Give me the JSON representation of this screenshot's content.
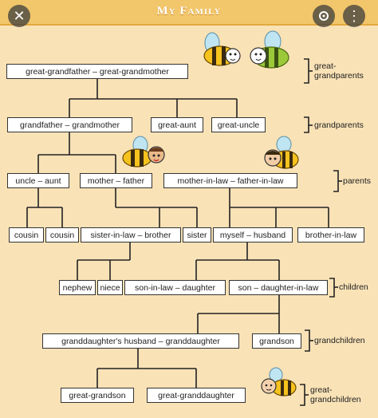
{
  "title": "My Family",
  "controls": {
    "close_icon": "close-icon",
    "lens_icon": "lens-icon",
    "more_icon": "more-vertical-icon"
  },
  "boxes": {
    "great_grandparents": "great-grandfather – great-grandmother",
    "grandparents": "grandfather – grandmother",
    "great_aunt": "great-aunt",
    "great_uncle": "great-uncle",
    "uncle_aunt": "uncle – aunt",
    "mother_father": "mother – father",
    "in_laws": "mother-in-law – father-in-law",
    "cousin1": "cousin",
    "cousin2": "cousin",
    "sister_in_law_brother": "sister-in-law – brother",
    "sister": "sister",
    "myself_husband": "myself – husband",
    "brother_in_law": "brother-in-law",
    "nephew": "nephew",
    "niece": "niece",
    "son_in_law_daughter": "son-in-law – daughter",
    "son_daughter_in_law": "son – daughter-in-law",
    "granddaughter_husband": "granddaughter's husband – granddaughter",
    "grandson": "grandson",
    "great_grandson": "great-grandson",
    "great_granddaughter": "great-granddaughter"
  },
  "generation_labels": {
    "great_grandparents_line1": "great-",
    "great_grandparents_line2": "grandparents",
    "grandparents": "grandparents",
    "parents": "parents",
    "children": "children",
    "grandchildren": "grandchildren",
    "great_grandchildren_line1": "great-",
    "great_grandchildren_line2": "grandchildren"
  },
  "colors": {
    "background": "#f9e2b6",
    "banner": "#f2c66a",
    "box_border": "#333333",
    "line": "#222222"
  }
}
